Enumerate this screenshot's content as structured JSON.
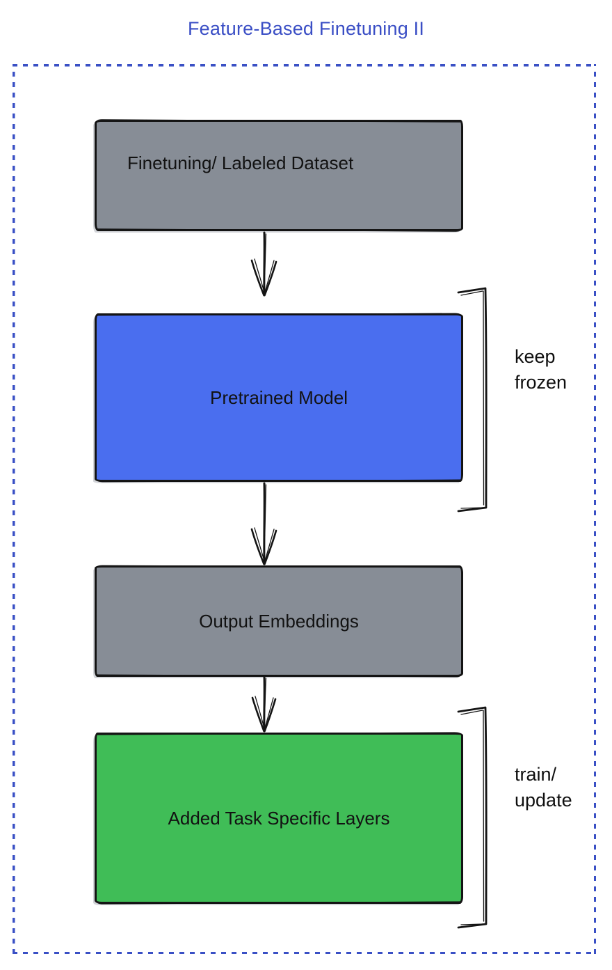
{
  "title": "Feature-Based Finetuning II",
  "colors": {
    "title_blue": "#3a4ec5",
    "frame_blue": "#3a50c5",
    "node_gray": "#878d96",
    "node_blue": "#4a6eef",
    "node_green": "#40bd57",
    "stroke_black": "#141414"
  },
  "nodes": [
    {
      "id": "finetuning-dataset",
      "label": "Finetuning/ Labeled Dataset",
      "fill": "#878d96"
    },
    {
      "id": "pretrained-model",
      "label": "Pretrained Model",
      "fill": "#4a6eef"
    },
    {
      "id": "output-embeddings",
      "label": "Output Embeddings",
      "fill": "#878d96"
    },
    {
      "id": "task-specific-layers",
      "label": "Added Task Specific Layers",
      "fill": "#40bd57"
    }
  ],
  "edges": [
    {
      "from": "finetuning-dataset",
      "to": "pretrained-model"
    },
    {
      "from": "pretrained-model",
      "to": "output-embeddings"
    },
    {
      "from": "output-embeddings",
      "to": "task-specific-layers"
    }
  ],
  "annotations": [
    {
      "target": "pretrained-model",
      "line1": "keep",
      "line2": "frozen"
    },
    {
      "target": "task-specific-layers",
      "line1": "train/",
      "line2": "update"
    }
  ]
}
